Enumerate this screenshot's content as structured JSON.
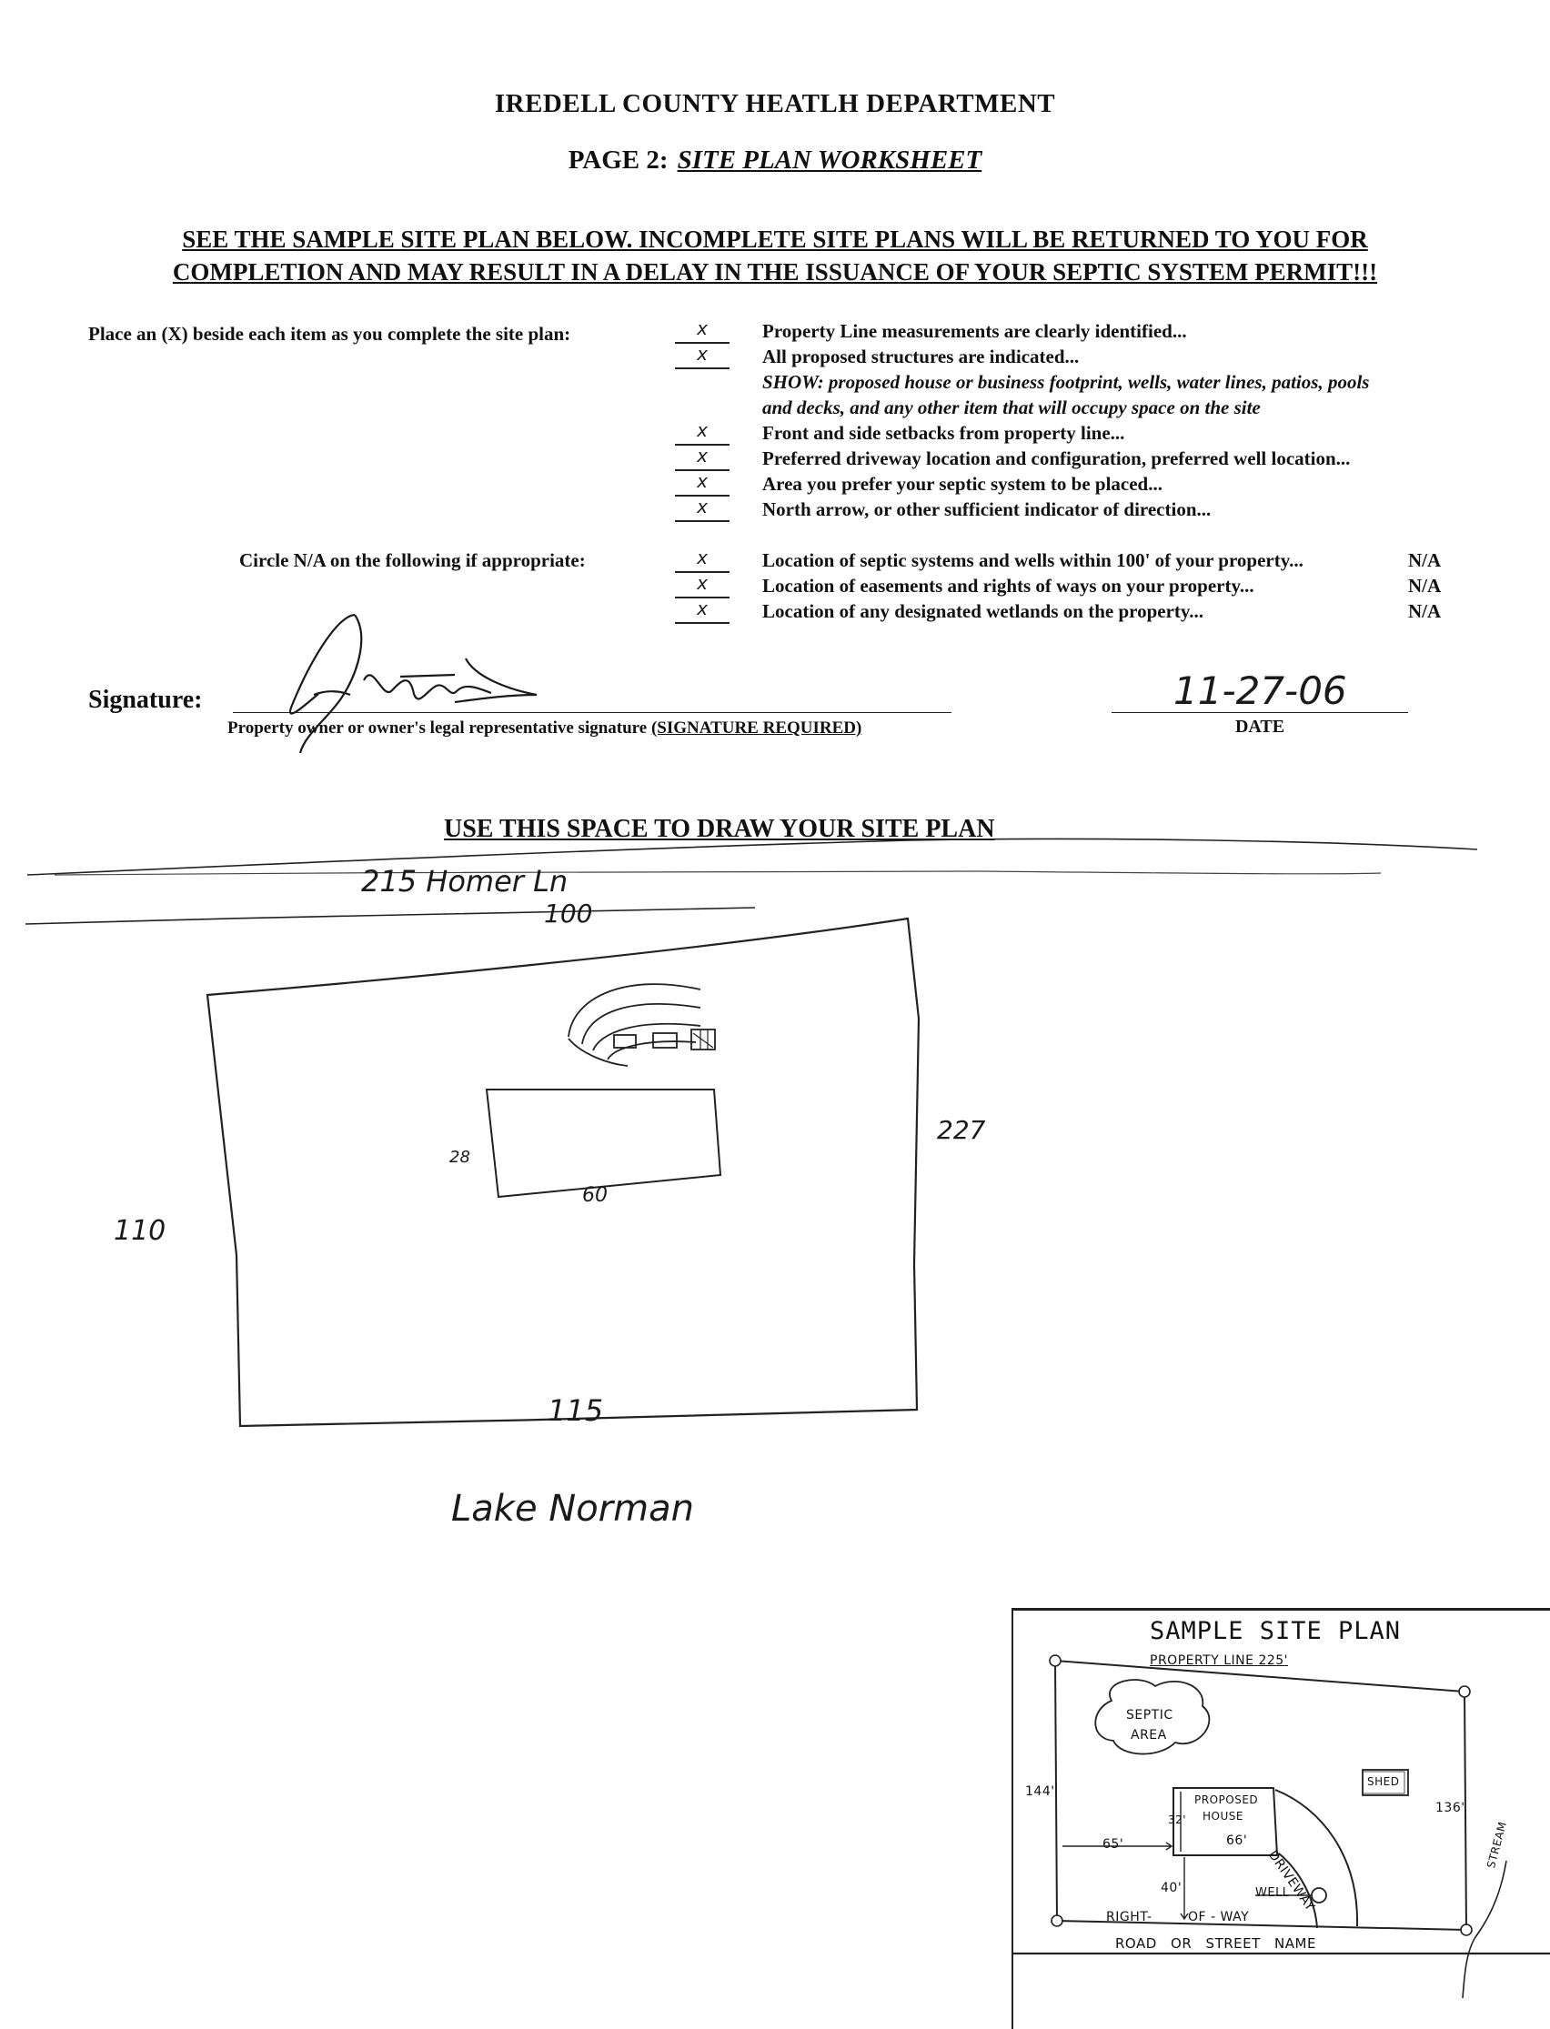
{
  "header": {
    "department": "IREDELL COUNTY HEATLH DEPARTMENT",
    "page_prefix": "PAGE 2:",
    "page_title": "SITE PLAN WORKSHEET"
  },
  "warning": {
    "line1": "SEE THE SAMPLE SITE PLAN BELOW.  INCOMPLETE SITE PLANS WILL BE RETURNED TO YOU FOR",
    "line2": "COMPLETION AND MAY RESULT IN A DELAY IN THE ISSUANCE OF YOUR SEPTIC SYSTEM PERMIT!!!"
  },
  "checklist": {
    "instruction": "Place an (X) beside each item as you complete the site plan:",
    "items": [
      {
        "mark": "x",
        "text": "Property Line measurements are clearly identified..."
      },
      {
        "mark": "x",
        "text": "All proposed structures are indicated..."
      },
      {
        "text": "SHOW: proposed house or business footprint, wells, water lines, patios, pools"
      },
      {
        "text": "and decks, and any other item that will occupy space on the site"
      },
      {
        "mark": "x",
        "text": "Front and side setbacks from property line..."
      },
      {
        "mark": "x",
        "text": "Preferred driveway location and configuration, preferred well location..."
      },
      {
        "mark": "x",
        "text": "Area you prefer your septic system to be placed..."
      },
      {
        "mark": "x",
        "text": "North arrow, or other sufficient indicator of direction..."
      }
    ]
  },
  "na_section": {
    "instruction": "Circle N/A on the following if appropriate:",
    "items": [
      {
        "mark": "x",
        "text": "Location of septic systems and wells within 100' of your property...",
        "na": "N/A"
      },
      {
        "mark": "x",
        "text": "Location of easements and rights of ways on your property...",
        "na": "N/A"
      },
      {
        "mark": "x",
        "text": "Location of any designated wetlands on the property...",
        "na": "N/A"
      }
    ]
  },
  "signature": {
    "label": "Signature:",
    "caption": "Property owner or owner's legal representative signature",
    "required": "(SIGNATURE REQUIRED)",
    "date_label": "DATE",
    "date_value": "11-27-06"
  },
  "site_plan": {
    "label": "USE THIS SPACE TO DRAW YOUR SITE PLAN",
    "road": "215 Homer Ln",
    "top": "100",
    "right": "227",
    "left": "110",
    "bottom": "115",
    "house_width": "60",
    "house_depth": "28",
    "lake": "Lake Norman"
  },
  "sample": {
    "title": "SAMPLE SITE PLAN",
    "property_line": "PROPERTY LINE 225'",
    "septic_1": "SEPTIC",
    "septic_2": "AREA",
    "shed": "SHED",
    "left_dim": "144'",
    "right_dim": "136'",
    "house_1": "PROPOSED",
    "house_2": "HOUSE",
    "house_depth": "32'",
    "house_width": "66'",
    "setback_side": "65'",
    "setback_front": "40'",
    "driveway": "DRIVEWAY",
    "well": "WELL",
    "row_left": "RIGHT-",
    "row_right": "OF - WAY",
    "road": "ROAD OR STREET NAME",
    "stream": "STREAM"
  }
}
